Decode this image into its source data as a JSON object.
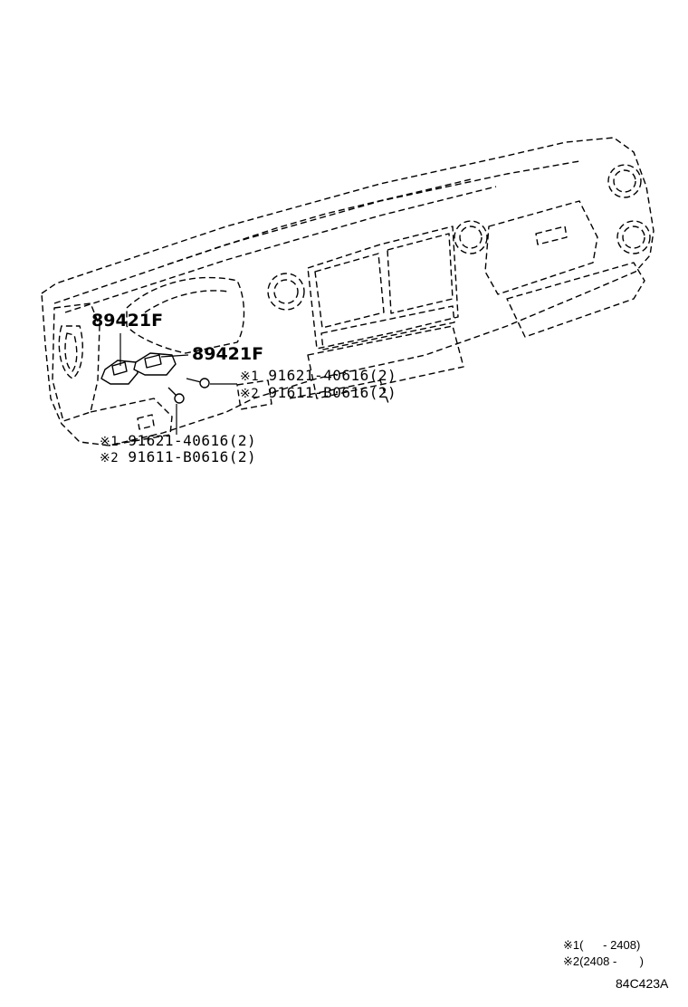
{
  "labels": {
    "part_upper": "89421F",
    "part_right": "89421F",
    "bolt_right_1_mark": "※1",
    "bolt_right_1": "91621-40616(2)",
    "bolt_right_2_mark": "※2",
    "bolt_right_2": "91611-B0616(2)",
    "bolt_lower_1_mark": "※1",
    "bolt_lower_1": "91621-40616(2)",
    "bolt_lower_2_mark": "※2",
    "bolt_lower_2": "91611-B0616(2)"
  },
  "notes": {
    "note_1": "※1(      - 2408)",
    "note_2": "※2(2408 -       )"
  },
  "illustration_code": "84C423A",
  "colors": {
    "line": "#000000",
    "background": "#ffffff"
  }
}
